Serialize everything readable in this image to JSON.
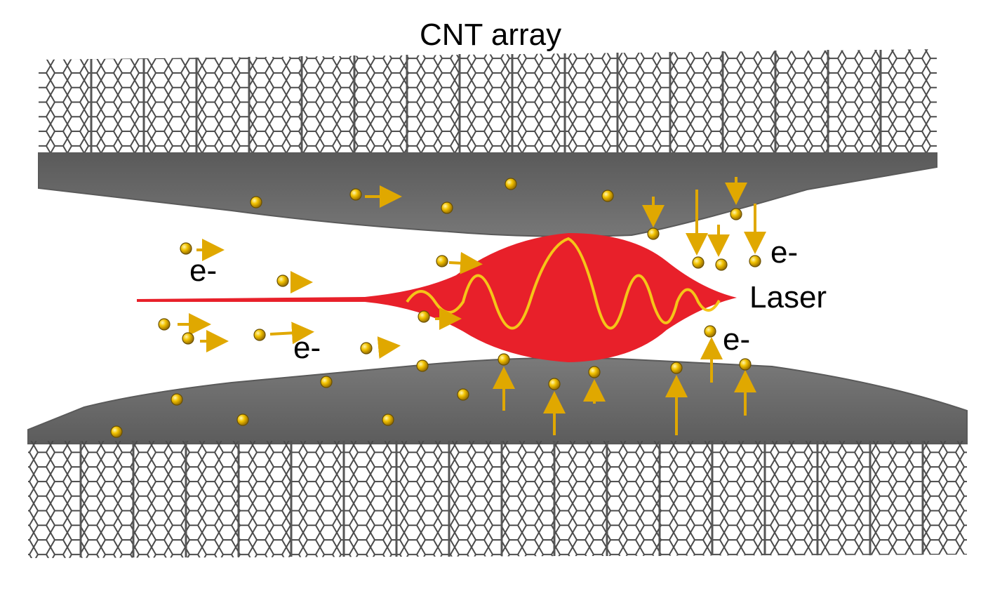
{
  "labels": {
    "title": "CNT array",
    "laser": "Laser",
    "electron_right_top": "e-",
    "electron_left_top": "e-",
    "electron_left_bottom": "e-",
    "electron_right_bottom": "e-"
  },
  "colors": {
    "background": "#ffffff",
    "cnt_lattice": "#4a4a4a",
    "cnt_surface": "#6e6e6e",
    "laser_pulse": "#e8202a",
    "laser_wave": "#f5c518",
    "electron": "#f2c200",
    "arrow": "#e0a800"
  }
}
